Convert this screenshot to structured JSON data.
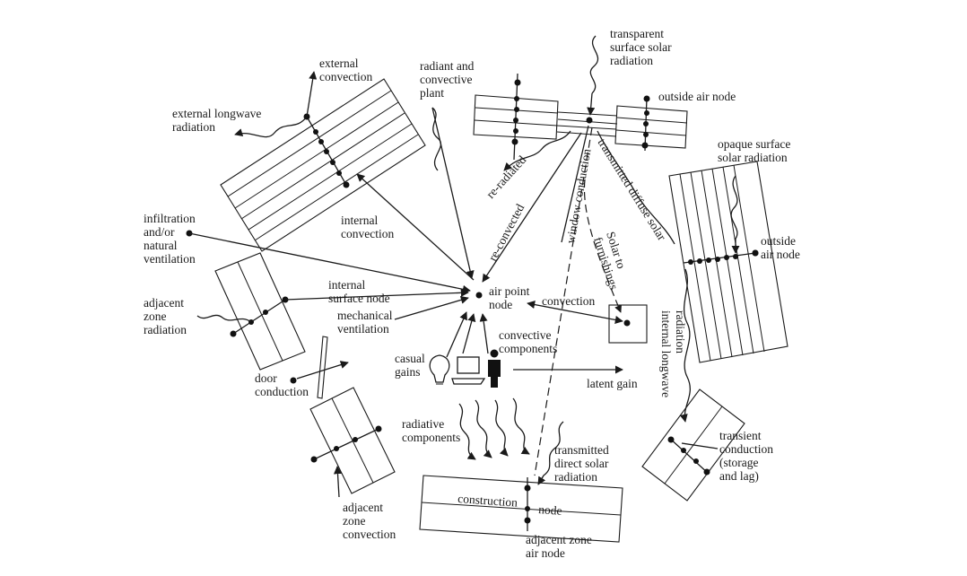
{
  "labels": {
    "external_convection": {
      "l1": "external",
      "l2": "convection"
    },
    "radiant_plant": {
      "l1": "radiant and",
      "l2": "convective",
      "l3": "plant"
    },
    "transparent_solar": {
      "l1": "transparent",
      "l2": "surface solar",
      "l3": "radiation"
    },
    "outside_air_node_top": "outside air node",
    "external_longwave": {
      "l1": "external longwave",
      "l2": "radiation"
    },
    "opaque_solar": {
      "l1": "opaque surface",
      "l2": "solar radiation"
    },
    "re_radiated": "re-radiated",
    "re_convected": "re-convected",
    "window_conduction": "window conduction",
    "transmitted_diffuse": "transmitted diffuse solar",
    "solar_furnishings": {
      "l1": "Solar to",
      "l2": "furnishings"
    },
    "internal_convection": {
      "l1": "internal",
      "l2": "convection"
    },
    "infiltration": {
      "l1": "infiltration",
      "l2": "and/or",
      "l3": "natural",
      "l4": "ventilation"
    },
    "outside_air_node_right": {
      "l1": "outside",
      "l2": "air node"
    },
    "internal_surface_node": {
      "l1": "internal",
      "l2": "surface node"
    },
    "air_point_node": {
      "l1": "air point",
      "l2": "node"
    },
    "convection": "convection",
    "adjacent_zone_radiation": {
      "l1": "adjacent",
      "l2": "zone",
      "l3": "radiation"
    },
    "mechanical_ventilation": {
      "l1": "mechanical",
      "l2": "ventilation"
    },
    "convective_components": {
      "l1": "convective",
      "l2": "components"
    },
    "casual_gains": {
      "l1": "casual",
      "l2": "gains"
    },
    "internal_longwave": {
      "l1": "internal longwave",
      "l2": "radiation"
    },
    "door_conduction": {
      "l1": "door",
      "l2": "conduction"
    },
    "latent_gain": "latent gain",
    "radiative_components": {
      "l1": "radiative",
      "l2": "components"
    },
    "transient_conduction": {
      "l1": "transient",
      "l2": "conduction",
      "l3": "(storage",
      "l4": "and lag)"
    },
    "transmitted_direct": {
      "l1": "transmitted",
      "l2": "direct solar",
      "l3": "radiation"
    },
    "construction": "construction",
    "node": "node",
    "adjacent_zone_convection": {
      "l1": "adjacent",
      "l2": "zone",
      "l3": "convection"
    },
    "adjacent_zone_air_node": {
      "l1": "adjacent zone",
      "l2": "air node"
    }
  },
  "icons": [
    "lightbulb-icon",
    "computer-icon",
    "person-icon"
  ]
}
